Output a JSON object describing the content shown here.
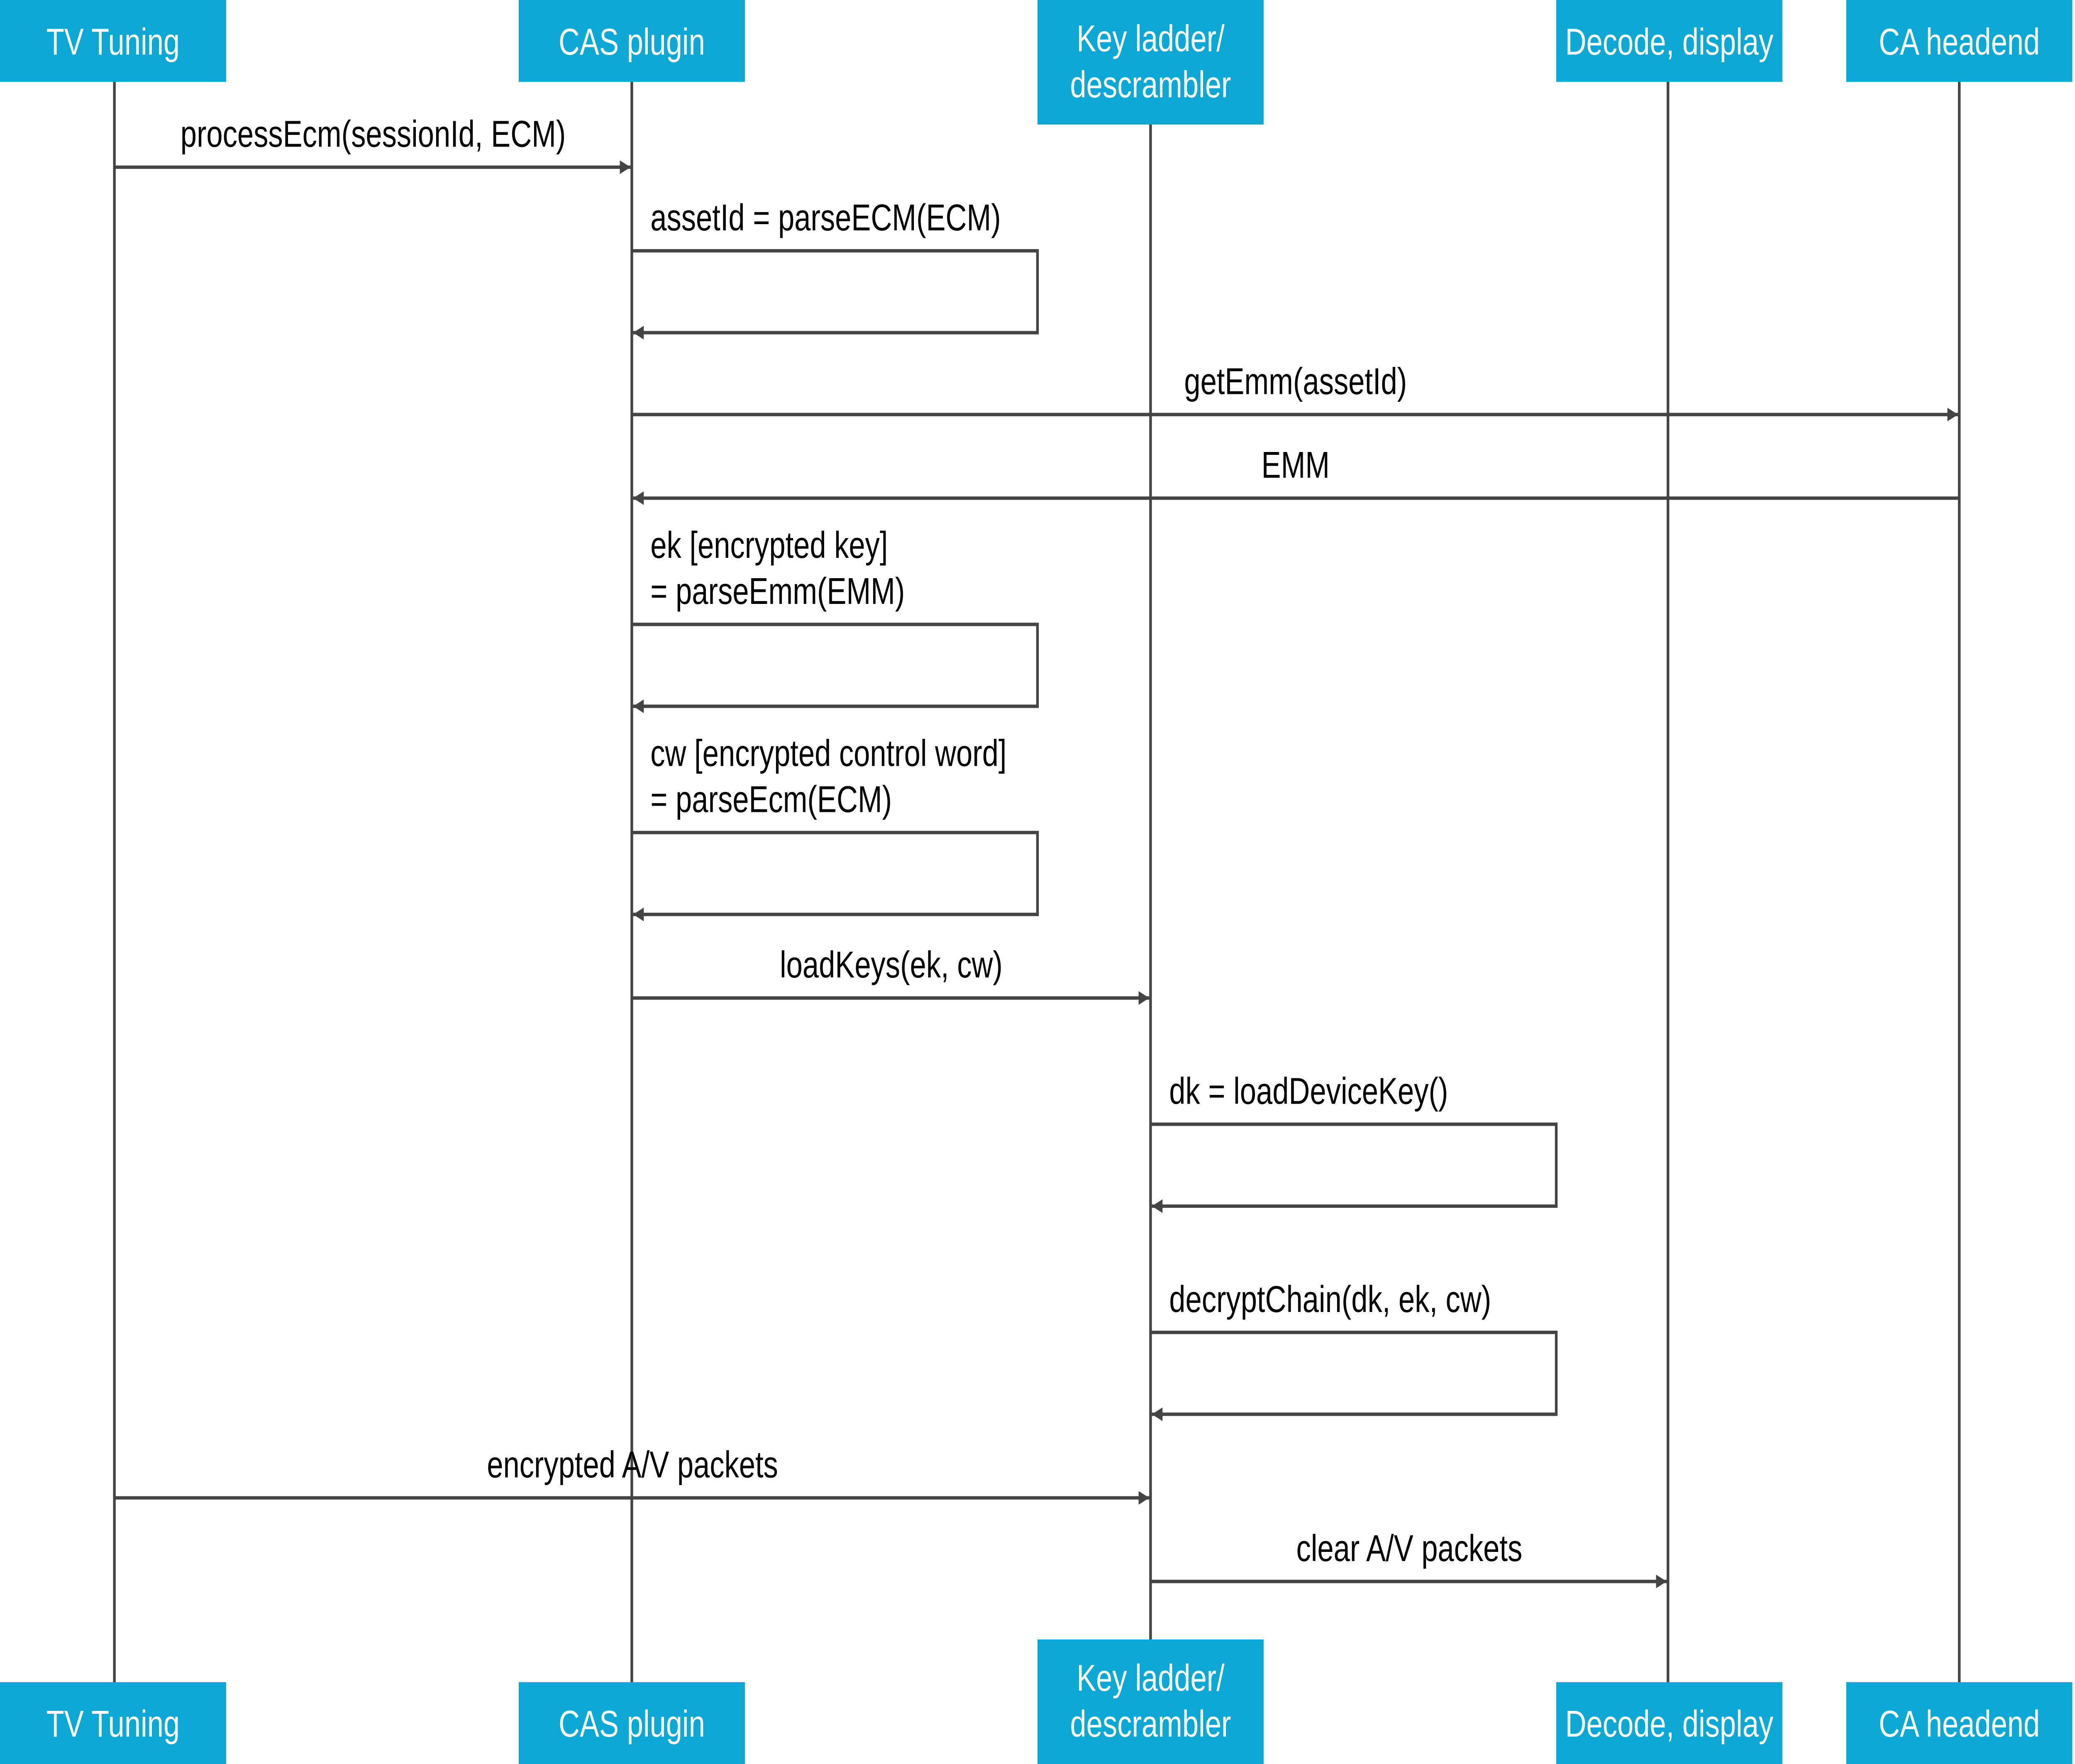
{
  "colors": {
    "header_fill": "#0ba8d6",
    "header_text": "#ffffff",
    "line": "#444444",
    "text": "#000000"
  },
  "participants": [
    {
      "label": [
        "TV Tuning"
      ]
    },
    {
      "label": [
        "CAS plugin"
      ]
    },
    {
      "label": [
        "Key ladder/",
        "descrambler"
      ]
    },
    {
      "label": [
        "Decode, display"
      ]
    },
    {
      "label": [
        "CA headend"
      ]
    }
  ],
  "messages": [
    {
      "from": 0,
      "to": 1,
      "label": [
        "processEcm(sessionId, ECM)"
      ]
    },
    {
      "from": 1,
      "to": 1,
      "label": [
        "assetId = parseECM(ECM)"
      ]
    },
    {
      "from": 1,
      "to": 4,
      "label": [
        "getEmm(assetId)"
      ]
    },
    {
      "from": 4,
      "to": 1,
      "label": [
        "EMM"
      ]
    },
    {
      "from": 1,
      "to": 1,
      "label": [
        "ek [encrypted key]",
        "= parseEmm(EMM)"
      ]
    },
    {
      "from": 1,
      "to": 1,
      "label": [
        "cw [encrypted control word]",
        "= parseEcm(ECM)"
      ]
    },
    {
      "from": 1,
      "to": 2,
      "label": [
        "loadKeys(ek, cw)"
      ]
    },
    {
      "from": 2,
      "to": 2,
      "label": [
        "dk = loadDeviceKey()"
      ]
    },
    {
      "from": 2,
      "to": 2,
      "label": [
        "decryptChain(dk, ek, cw)"
      ]
    },
    {
      "from": 0,
      "to": 2,
      "label": [
        "encrypted A/V packets"
      ]
    },
    {
      "from": 2,
      "to": 3,
      "label": [
        "clear A/V packets"
      ]
    }
  ]
}
